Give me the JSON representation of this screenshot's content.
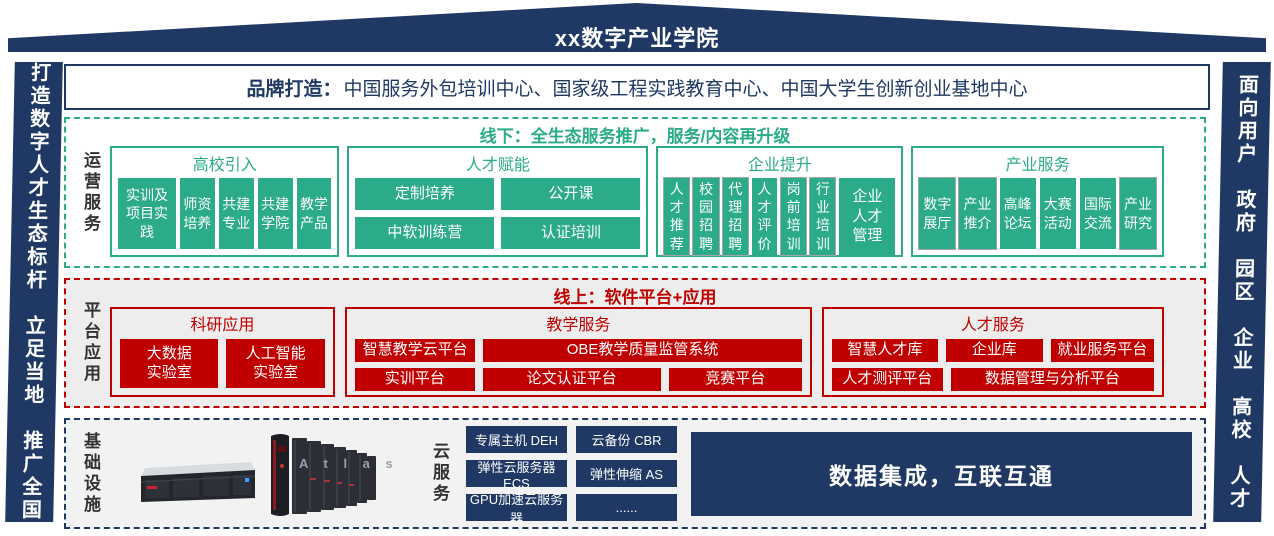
{
  "banner": {
    "title": "xx数字产业学院"
  },
  "left_sidebar": {
    "text": "打造数字人才生态标杆　立足当地　推广全国"
  },
  "right_sidebar": {
    "text": "面向用户　政府　园区　企业　高校　人才"
  },
  "brand": {
    "label": "品牌打造：",
    "text": "中国服务外包培训中心、国家级工程实践教育中心、中国大学生创新创业基地中心"
  },
  "operations": {
    "side_label": "运营服务",
    "title": "线下：全生态服务推广，服务/内容再升级",
    "groups": [
      {
        "name": "高校引入",
        "layout": "columns",
        "items": [
          {
            "label": "实训及项目实践",
            "wide": true
          },
          {
            "label": "师资培养"
          },
          {
            "label": "共建专业"
          },
          {
            "label": "共建学院"
          },
          {
            "label": "教学产品"
          }
        ]
      },
      {
        "name": "人才赋能",
        "layout": "grid2",
        "items": [
          {
            "label": "定制培养"
          },
          {
            "label": "公开课"
          },
          {
            "label": "中软训练营"
          },
          {
            "label": "认证培训"
          }
        ]
      },
      {
        "name": "企业提升",
        "layout": "columns",
        "items": [
          {
            "label": "人才推荐",
            "outlined": true
          },
          {
            "label": "校园招聘",
            "outlined": true
          },
          {
            "label": "代理招聘",
            "outlined": true
          },
          {
            "label": "人才评价"
          },
          {
            "label": "岗前培训",
            "outlined": true
          },
          {
            "label": "行业培训",
            "outlined": true
          },
          {
            "label": "企业\n人才\n管理",
            "wide": true
          }
        ]
      },
      {
        "name": "产业服务",
        "layout": "columns",
        "items": [
          {
            "label": "数字展厅",
            "outlined": true
          },
          {
            "label": "产业推介",
            "outlined": true
          },
          {
            "label": "高峰论坛"
          },
          {
            "label": "大赛活动"
          },
          {
            "label": "国际交流"
          },
          {
            "label": "产业研究",
            "outlined": true
          }
        ]
      }
    ]
  },
  "platform": {
    "side_label": "平台应用",
    "title": "线上：软件平台+应用",
    "groups": [
      {
        "name": "科研应用",
        "rows": [
          [
            "大数据\n实验室",
            "人工智能\n实验室"
          ]
        ]
      },
      {
        "name": "教学服务",
        "rows": [
          [
            "智慧教学云平台",
            "OBE教学质量监管系统"
          ],
          [
            "实训平台",
            "论文认证平台",
            "竞赛平台"
          ]
        ]
      },
      {
        "name": "人才服务",
        "rows": [
          [
            "智慧人才库",
            "企业库",
            "就业服务平台"
          ],
          [
            "人才测评平台",
            "数据管理与分析平台"
          ]
        ]
      }
    ]
  },
  "infrastructure": {
    "side_label": "基础设施",
    "cloud_label": "云服务",
    "cloud_items": [
      "专属主机 DEH",
      "云备份 CBR",
      "弹性云服务器 ECS",
      "弹性伸缩 AS",
      "GPU加速云服务器",
      "......"
    ],
    "data_banner": "数据集成，互联互通",
    "server_brand": "Atlas"
  },
  "colors": {
    "navy": "#1F3864",
    "green": "#2BAB8A",
    "red": "#C00000",
    "gray_bg": "#EDEDED"
  }
}
